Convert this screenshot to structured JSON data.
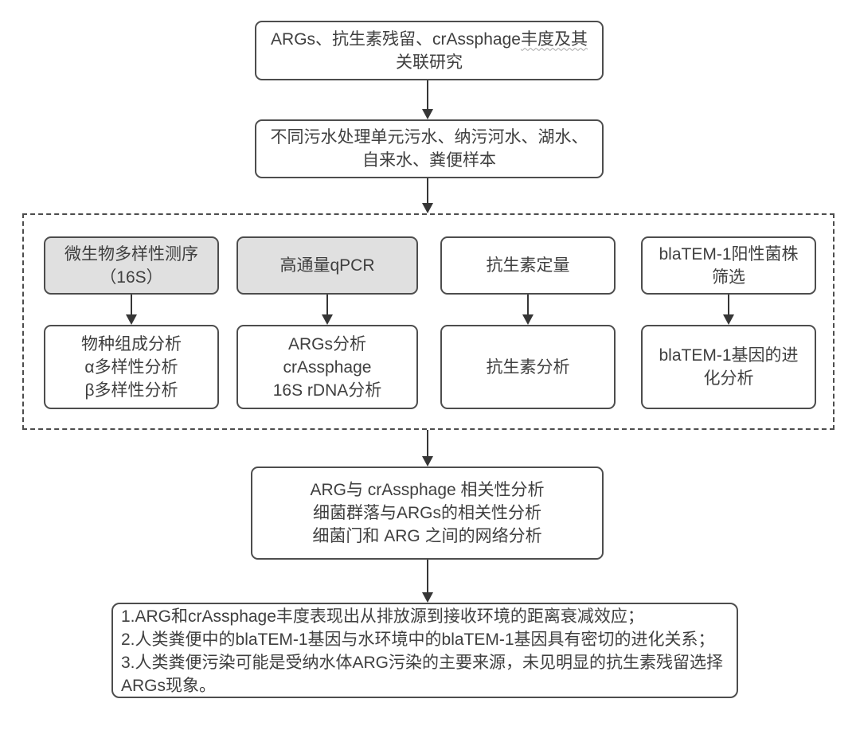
{
  "colors": {
    "box_border": "#4d4d4d",
    "box_fill_gray": "#e0e0e0",
    "box_fill_white": "#ffffff",
    "text": "#3f3f3f",
    "arrow": "#363636",
    "squiggle": "#a6a6a6"
  },
  "flowchart": {
    "title_box": {
      "text_main": "ARGs、抗生素残留、crAssphage",
      "text_underlined": "丰度及其",
      "text_rest": "\n关联研究"
    },
    "samples_box": {
      "text": "不同污水处理单元污水、纳污河水、湖水、\n自来水、粪便样本"
    },
    "methods": [
      {
        "name": "microbial-diversity-sequencing",
        "label": "微生物多样性测序\n（16S）",
        "highlighted": true,
        "analysis": "物种组成分析\nα多样性分析\nβ多样性分析"
      },
      {
        "name": "high-throughput-qpcr",
        "label": "高通量qPCR",
        "highlighted": true,
        "analysis": "ARGs分析\ncrAssphage\n16S rDNA分析"
      },
      {
        "name": "antibiotic-quantification",
        "label": "抗生素定量",
        "highlighted": false,
        "analysis": "抗生素分析"
      },
      {
        "name": "blatem1-positive-strain-screening",
        "label": "blaTEM-1阳性菌株\n筛选",
        "highlighted": false,
        "analysis": "blaTEM-1基因的进\n化分析"
      }
    ],
    "correlation_box": {
      "text": "ARG与 crAssphage 相关性分析\n细菌群落与ARGs的相关性分析\n细菌门和 ARG 之间的网络分析"
    },
    "conclusions_box": {
      "items": [
        "1.ARG和crAssphage丰度表现出从排放源到接收环境的距离衰减效应；",
        "2.人类粪便中的blaTEM-1基因与水环境中的blaTEM-1基因具有密切的进化关系；",
        "3.人类粪便污染可能是受纳水体ARG污染的主要来源，未见明显的抗生素残留选择ARGs现象。"
      ]
    }
  }
}
